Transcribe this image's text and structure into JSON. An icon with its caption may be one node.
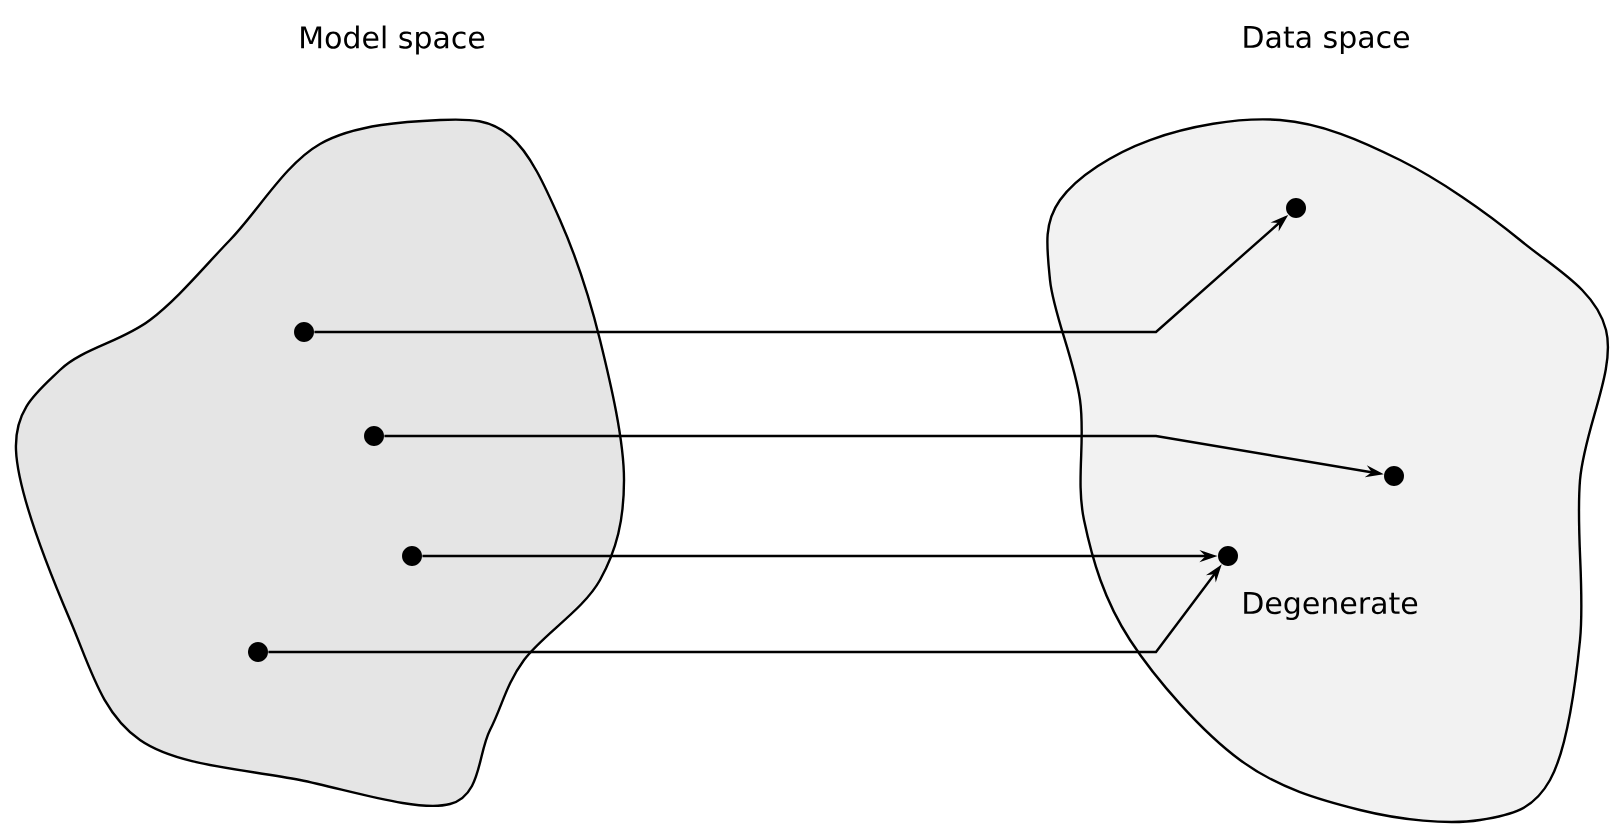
{
  "diagram": {
    "nodes": [
      {
        "text": [
          "Model space"
        ]
      },
      {
        "text": [],
        "shape": "circle",
        "in": 0
      },
      {
        "text": [],
        "shape": "circle",
        "in": 0
      },
      {
        "text": [],
        "shape": "circle",
        "in": 0
      },
      {
        "text": [],
        "shape": "circle",
        "in": 0
      },
      {
        "text": [
          "Data space"
        ]
      },
      {
        "text": [],
        "shape": "circle",
        "in": 5
      },
      {
        "text": [],
        "shape": "circle",
        "in": 5
      },
      {
        "text": [],
        "shape": "circle",
        "in": 5,
        "beside": [
          "Degenerate"
        ]
      }
    ],
    "edges": [
      {
        "from": 1,
        "to": 6,
        "arrow": "to"
      },
      {
        "from": 2,
        "to": 7,
        "arrow": "to"
      },
      {
        "from": 3,
        "to": 8,
        "arrow": "to"
      },
      {
        "from": 4,
        "to": 8,
        "arrow": "to"
      }
    ]
  }
}
